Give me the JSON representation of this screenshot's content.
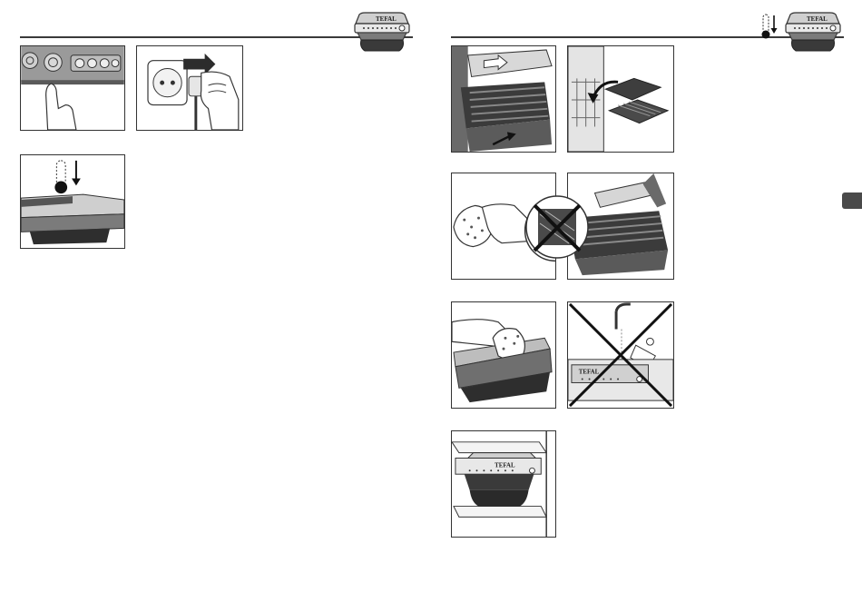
{
  "brand": {
    "logo_text": "TEFAL"
  },
  "colors": {
    "line": "#3a3a3a",
    "panel_border": "#333333",
    "grill_dark": "#2e2e2e",
    "grill_mid": "#8a8a8a",
    "grill_light": "#d6d6d6",
    "language_tab": "#4a4a4a"
  },
  "icons": {
    "left_header": "grill-icon",
    "right_header_temp": "thermometer-down-icon",
    "right_header_grill": "grill-icon"
  },
  "steps_left": [
    {
      "id": "press-power",
      "icon": "finger-press-icon"
    },
    {
      "id": "unplug",
      "icon": "unplug-icon"
    },
    {
      "id": "cool-down",
      "icon": "thermometer-down-icon"
    }
  ],
  "steps_right": [
    {
      "id": "remove-plates",
      "icon": "release-plates-icon"
    },
    {
      "id": "dishwasher",
      "icon": "dishwasher-icon"
    },
    {
      "id": "clean-sponge",
      "icon": "sponge-icon"
    },
    {
      "id": "no-metal-scourer",
      "icon": "prohibited-icon"
    },
    {
      "id": "wipe-body",
      "icon": "wipe-icon"
    },
    {
      "id": "no-immersion",
      "icon": "prohibited-icon"
    },
    {
      "id": "storage",
      "icon": "shelf-icon"
    }
  ]
}
